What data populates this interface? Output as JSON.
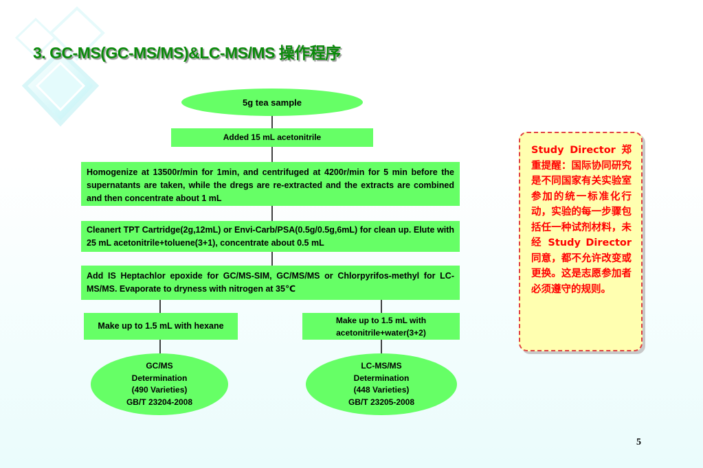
{
  "title": "3. GC-MS(GC-MS/MS)&LC-MS/MS 操作程序",
  "flow": {
    "start": "5g tea sample",
    "step1": "Added 15 mL acetonitrile",
    "step2": "Homogenize at 13500r/min for 1min, and centrifuged at 4200r/min for 5 min before the supernatants are taken, while the dregs are re-extracted and the extracts are combined and then concentrate about 1 mL",
    "step3": "Cleanert TPT Cartridge(2g,12mL) or Envi-Carb/PSA(0.5g/0.5g,6mL) for clean up. Elute with 25 mL acetonitrile+toluene(3+1), concentrate about 0.5 mL",
    "step4": "Add  IS Heptachlor epoxide for GC/MS-SIM, GC/MS/MS or Chlorpyrifos-methyl for LC-MS/MS. Evaporate to dryness with nitrogen at 35℃",
    "left_branch": "Make up to 1.5 mL with hexane",
    "right_branch": "Make up to 1.5 mL with acetonitrile+water(3+2)",
    "left_end": [
      "GC/MS",
      "Determination",
      "(490 Varieties)",
      "GB/T 23204-2008"
    ],
    "right_end": [
      "LC-MS/MS",
      "Determination",
      "(448 Varieties)",
      "GB/T 23205-2008"
    ]
  },
  "note": "Study Director 郑重提醒：国际协同研究是不同国家有关实验室参加的统一标准化行动，实验的每一步骤包括任一种试剂材料，未经 Study Director 同意，都不允许改变或更换。这是志愿参加者必须遵守的规则。",
  "page_number": "5",
  "colors": {
    "box": "#66ff66",
    "title": "#0a8a0a",
    "note_text": "#ff0000",
    "note_bg": "#ffffb0"
  }
}
